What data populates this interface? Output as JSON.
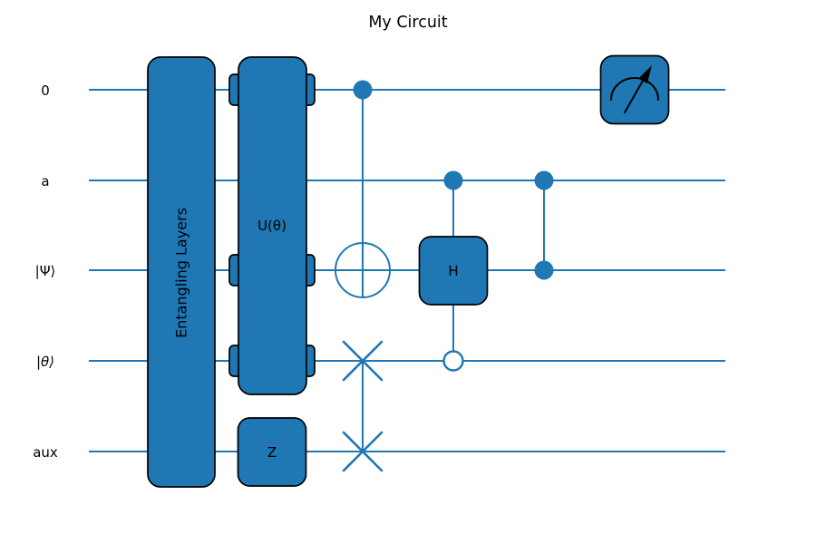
{
  "title": "My Circuit",
  "colors": {
    "accent": "#1f77b4",
    "wire": "#1f77b4",
    "edge": "#000000",
    "text": "#000000",
    "background": "#ffffff"
  },
  "wires": [
    {
      "label": "0"
    },
    {
      "label": "a"
    },
    {
      "label": "|Ψ⟩"
    },
    {
      "label": "|θ⟩"
    },
    {
      "label": "aux"
    }
  ],
  "gates": {
    "entangling_layers": {
      "label": "Entangling Layers",
      "type": "box",
      "wires": [
        "0",
        "a",
        "|Ψ⟩",
        "|θ⟩",
        "aux"
      ]
    },
    "u_theta": {
      "label": "U(θ)",
      "type": "box-with-notches",
      "wires": [
        "0",
        "|Ψ⟩",
        "|θ⟩"
      ]
    },
    "cnot": {
      "type": "cnot",
      "control": "0",
      "target": "|Ψ⟩"
    },
    "swap": {
      "type": "swap",
      "wires": [
        "|θ⟩",
        "aux"
      ]
    },
    "controlled_h": {
      "label": "H",
      "type": "controlled-box",
      "target": "|Ψ⟩",
      "filled_control": "a",
      "open_control": "|θ⟩"
    },
    "cz": {
      "type": "cz",
      "wires": [
        "a",
        "|Ψ⟩"
      ]
    },
    "z": {
      "label": "Z",
      "type": "box",
      "wires": [
        "aux"
      ]
    },
    "measurement": {
      "type": "measurement",
      "wire": "0",
      "icon": "gauge-arrow"
    }
  }
}
